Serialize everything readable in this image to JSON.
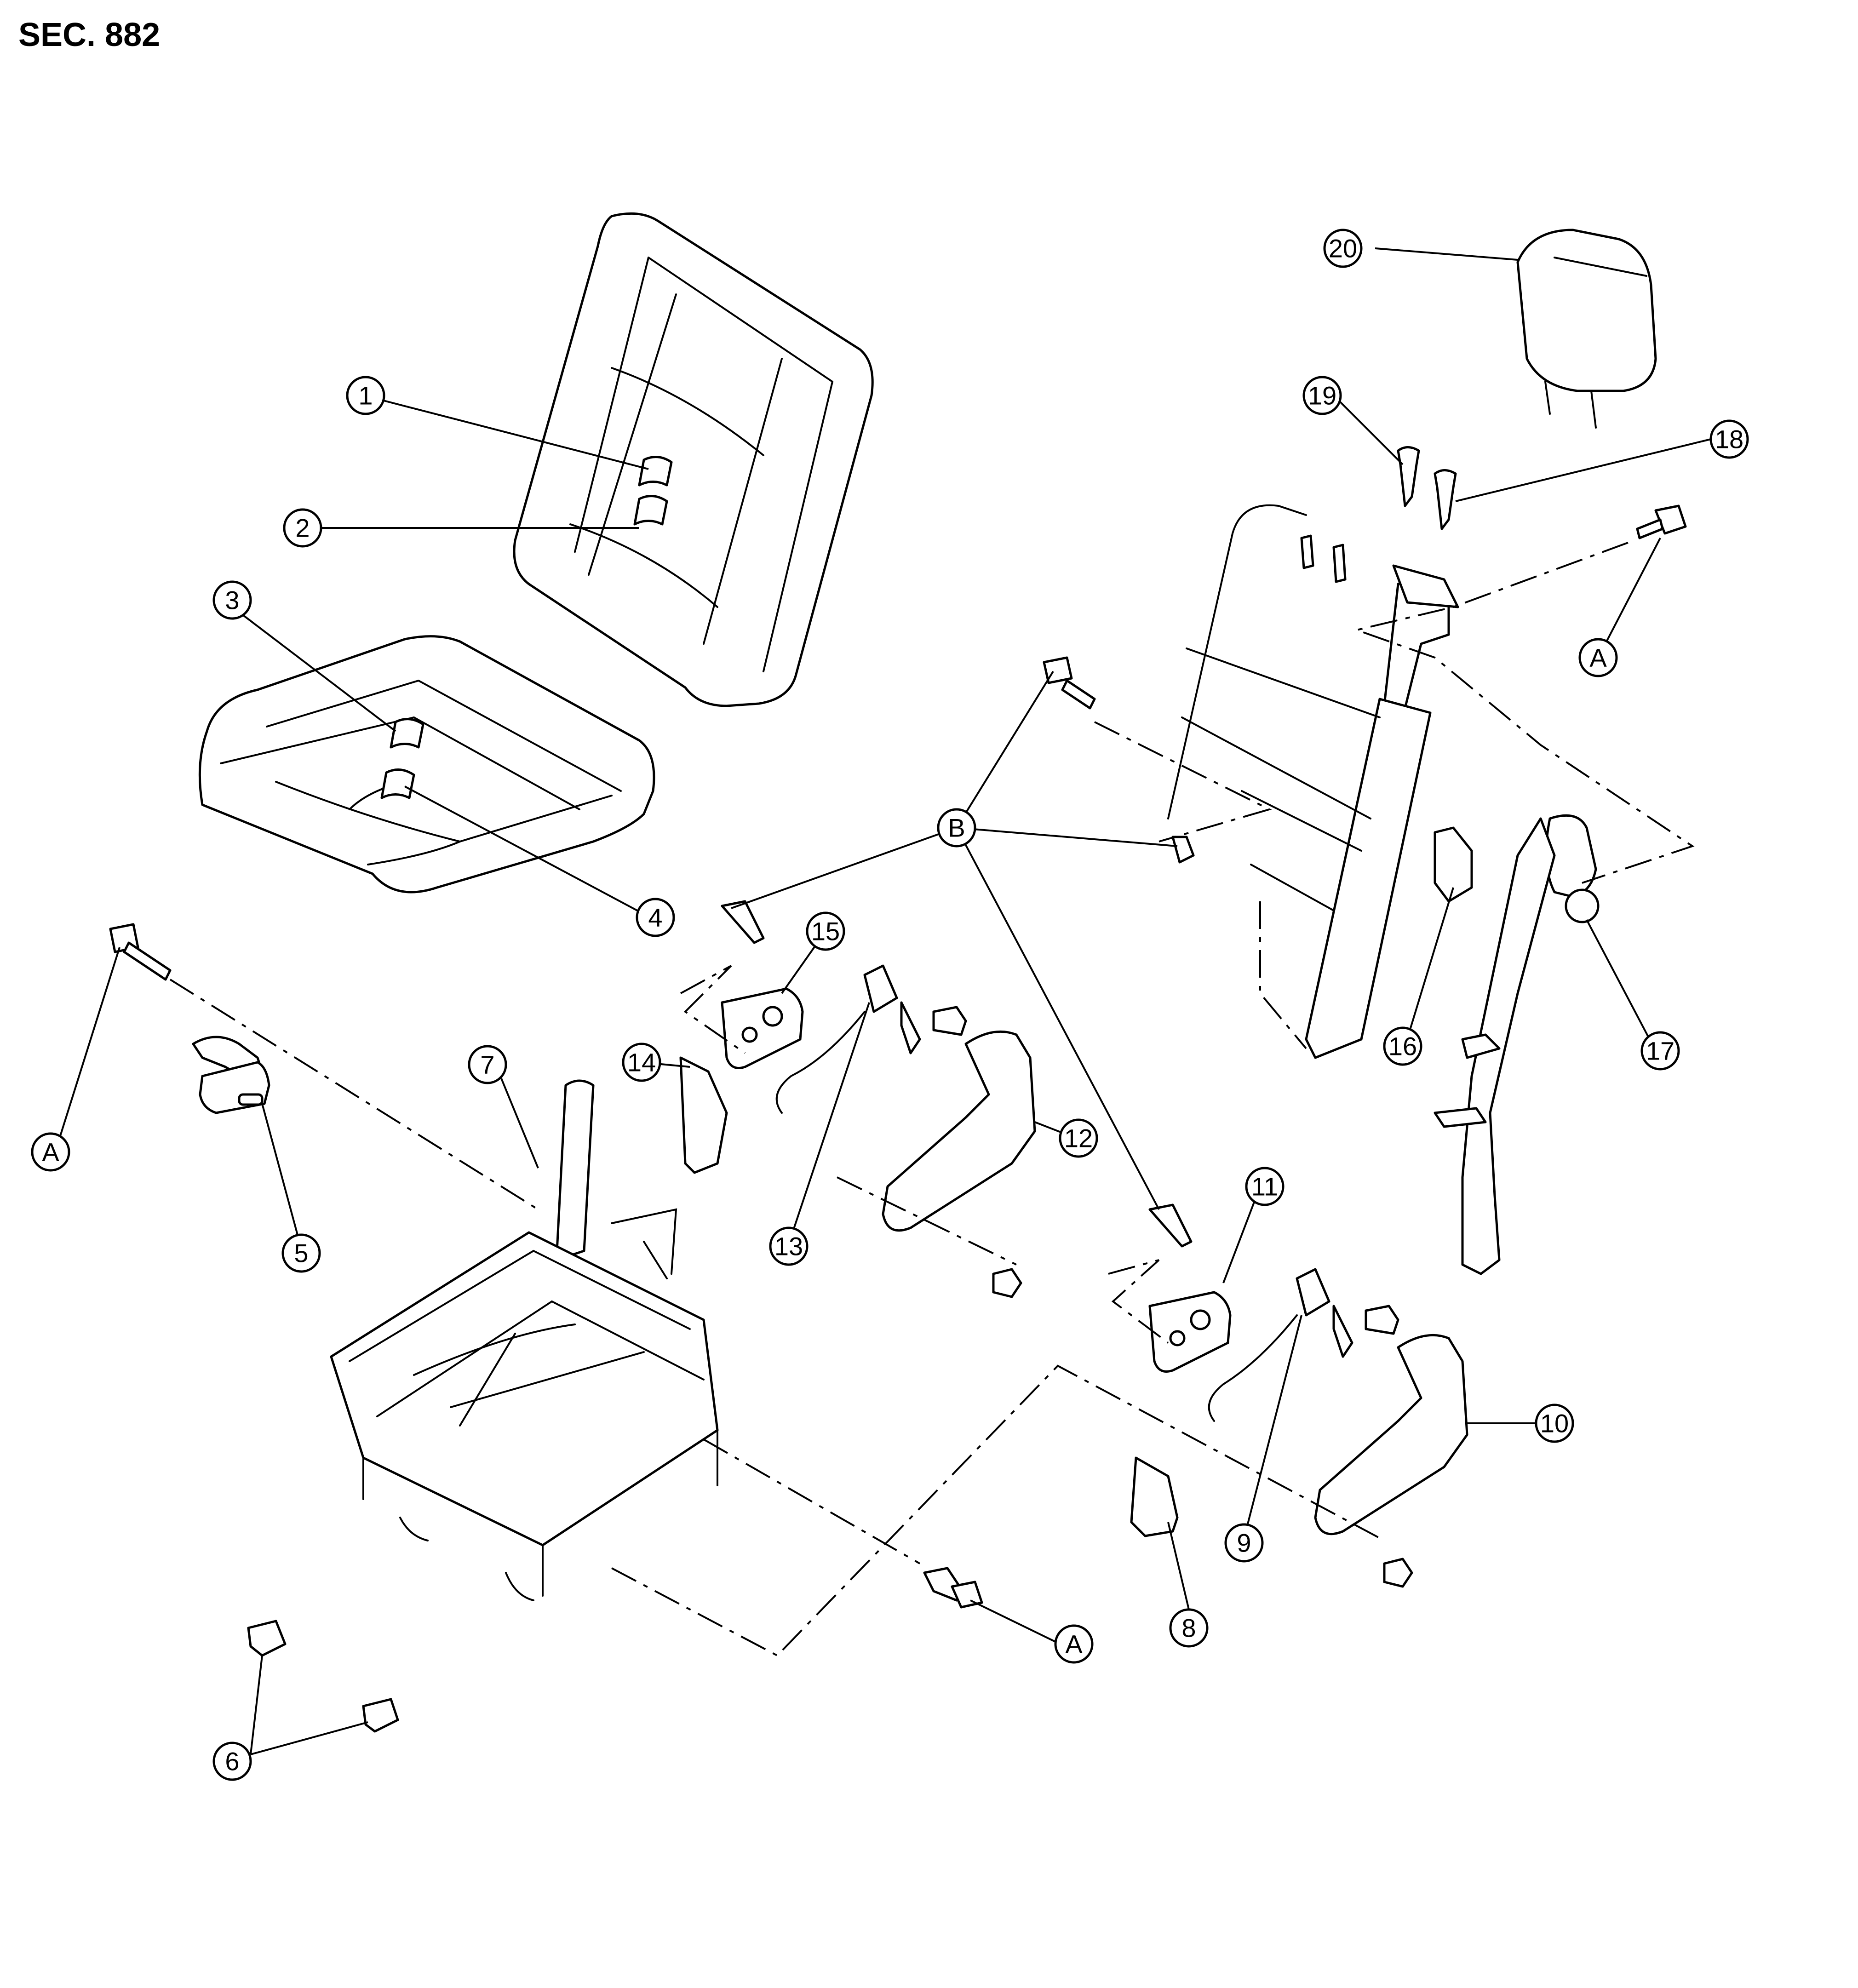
{
  "section_label": "SEC. 882",
  "callouts": {
    "c1": "1",
    "c2": "2",
    "c3": "3",
    "c4": "4",
    "c5": "5",
    "c6": "6",
    "c7": "7",
    "c8": "8",
    "c9": "9",
    "c10": "10",
    "c11": "11",
    "c12": "12",
    "c13": "13",
    "c14": "14",
    "c15": "15",
    "c16": "16",
    "c17": "17",
    "c18": "18",
    "c19": "19",
    "c20": "20",
    "a": "A",
    "b": "B"
  }
}
